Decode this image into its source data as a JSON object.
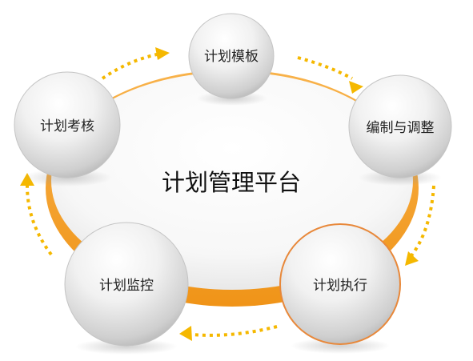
{
  "platform": {
    "title": "计划管理平台"
  },
  "nodes": [
    {
      "id": "template",
      "label": "计划模板"
    },
    {
      "id": "edit",
      "label": "编制与调整"
    },
    {
      "id": "execute",
      "label": "计划执行"
    },
    {
      "id": "monitor",
      "label": "计划监控"
    },
    {
      "id": "assess",
      "label": "计划考核"
    }
  ],
  "colors": {
    "ring": "#f5a12a",
    "arrow": "#f5b800",
    "node_highlight_border": "#e8883a",
    "node_fill_light": "#ffffff",
    "node_fill_dark": "#c8c8c8"
  }
}
